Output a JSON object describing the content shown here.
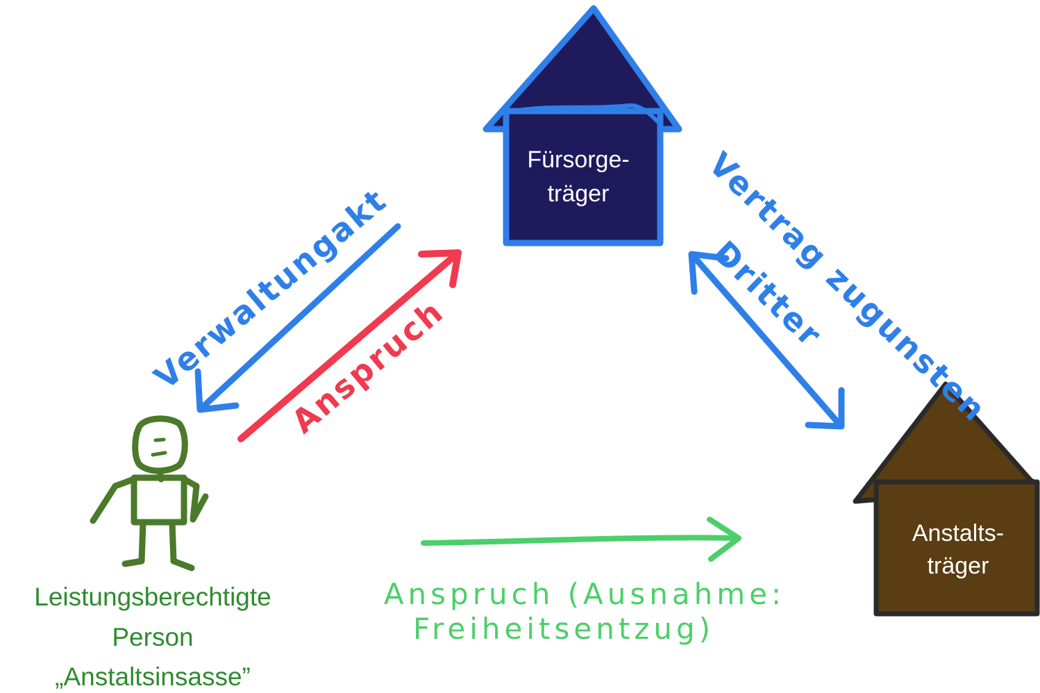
{
  "colors": {
    "blue": "#2f7fe8",
    "red": "#f03a4f",
    "green_line": "#4ccf6a",
    "person_green": "#4a7a2a",
    "label_green": "#2e8b2e",
    "dark_navy": "#1f1a5c",
    "brown": "#5a3d12",
    "house_outline_dark": "#2a2a2a"
  },
  "nodes": {
    "fuersorge": {
      "label_line1": "Fürsorge-",
      "label_line2": "träger",
      "icon": "house-icon"
    },
    "anstalt": {
      "label_line1": "Anstalts-",
      "label_line2": "träger",
      "icon": "house-icon"
    },
    "person": {
      "label_line1": "Leistungsberechtigte",
      "label_line2": "Person",
      "label_line3": "„Anstaltsinsasse”",
      "icon": "stick-figure-icon"
    }
  },
  "edges": {
    "verwaltungsakt": {
      "label": "Verwaltungakt",
      "direction": "Fürsorgeträger → Person"
    },
    "anspruch_red": {
      "label": "Anspruch",
      "direction": "Person → Fürsorgeträger"
    },
    "vertrag": {
      "label_line1": "Vertrag zugunsten",
      "label_line2": "Dritter",
      "direction": "Fürsorgeträger ↔ Anstaltsträger"
    },
    "anspruch_green": {
      "label_line1": "Anspruch (Ausnahme:",
      "label_line2": "Freiheitsentzug)",
      "direction": "Person → Anstaltsträger"
    }
  }
}
